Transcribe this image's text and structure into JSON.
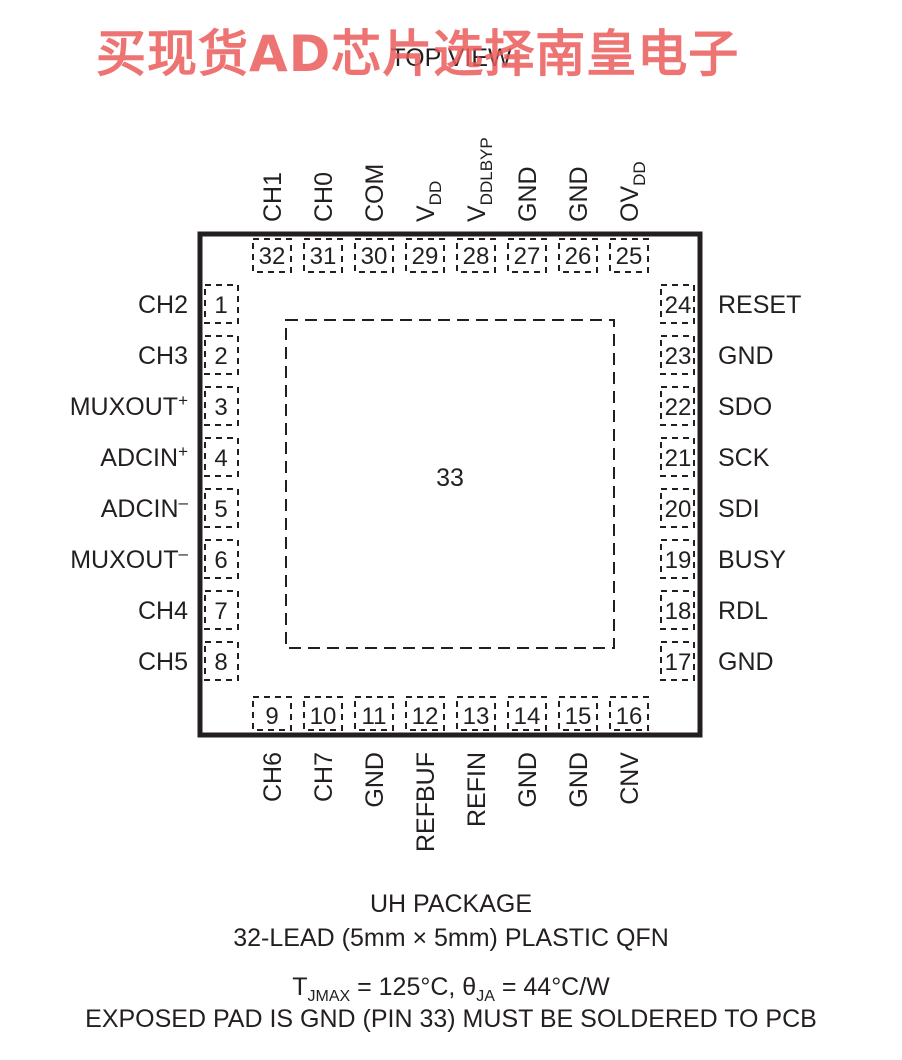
{
  "watermark": "买现货AD芯片选择南皇电子",
  "view_label": "TOP VIEW",
  "exposed_pad_number": "33",
  "pins": {
    "left": [
      {
        "num": "1",
        "name": "CH2",
        "sup": ""
      },
      {
        "num": "2",
        "name": "CH3",
        "sup": ""
      },
      {
        "num": "3",
        "name": "MUXOUT",
        "sup": "+"
      },
      {
        "num": "4",
        "name": "ADCIN",
        "sup": "+"
      },
      {
        "num": "5",
        "name": "ADCIN",
        "sup": "–"
      },
      {
        "num": "6",
        "name": "MUXOUT",
        "sup": "–"
      },
      {
        "num": "7",
        "name": "CH4",
        "sup": ""
      },
      {
        "num": "8",
        "name": "CH5",
        "sup": ""
      }
    ],
    "bottom": [
      {
        "num": "9",
        "name": "CH6"
      },
      {
        "num": "10",
        "name": "CH7"
      },
      {
        "num": "11",
        "name": "GND"
      },
      {
        "num": "12",
        "name": "REFBUF"
      },
      {
        "num": "13",
        "name": "REFIN"
      },
      {
        "num": "14",
        "name": "GND"
      },
      {
        "num": "15",
        "name": "GND"
      },
      {
        "num": "16",
        "name": "CNV"
      }
    ],
    "right": [
      {
        "num": "24",
        "name": "RESET"
      },
      {
        "num": "23",
        "name": "GND"
      },
      {
        "num": "22",
        "name": "SDO"
      },
      {
        "num": "21",
        "name": "SCK"
      },
      {
        "num": "20",
        "name": "SDI"
      },
      {
        "num": "19",
        "name": "BUSY"
      },
      {
        "num": "18",
        "name": "RDL"
      },
      {
        "num": "17",
        "name": "GND"
      }
    ],
    "top": [
      {
        "num": "32",
        "name": "CH1",
        "sub": ""
      },
      {
        "num": "31",
        "name": "CH0",
        "sub": ""
      },
      {
        "num": "30",
        "name": "COM",
        "sub": ""
      },
      {
        "num": "29",
        "name": "V",
        "sub": "DD"
      },
      {
        "num": "28",
        "name": "V",
        "sub": "DDLBYP"
      },
      {
        "num": "27",
        "name": "GND",
        "sub": ""
      },
      {
        "num": "26",
        "name": "GND",
        "sub": ""
      },
      {
        "num": "25",
        "name": "OV",
        "sub": "DD"
      }
    ]
  },
  "footer": {
    "package": "UH PACKAGE",
    "description": "32-LEAD (5mm × 5mm) PLASTIC QFN",
    "tjmax_prefix": "T",
    "tjmax_sub": "JMAX",
    "tjmax_value": " = 125°C, θ",
    "theta_sub": "JA",
    "theta_value": " = 44°C/W",
    "note": "EXPOSED PAD IS GND (PIN 33) MUST BE SOLDERED TO PCB"
  }
}
